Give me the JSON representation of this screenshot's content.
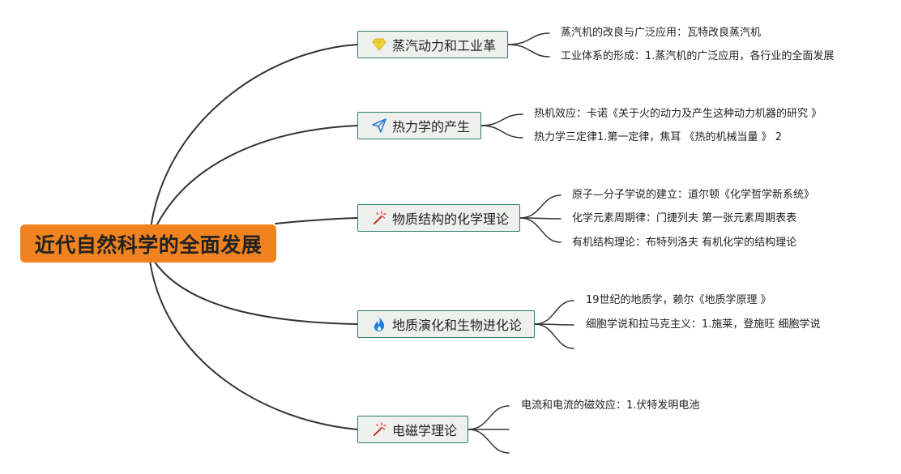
{
  "root": {
    "title": "近代自然科学的全面发展"
  },
  "branches": [
    {
      "label": "蒸汽动力和工业革",
      "icon": "diamond-icon",
      "leaves": [
        "蒸汽机的改良与广泛应用：瓦特改良蒸汽机",
        "工业体系的形成：1.蒸汽机的广泛应用，各行业的全面发展"
      ]
    },
    {
      "label": "热力学的产生",
      "icon": "paper-plane-icon",
      "leaves": [
        "热机效应：卡诺《关于火的动力及产生这种动力机器的研究 》",
        "热力学三定律1.第一定律，焦耳 《热的机械当量 》 2"
      ]
    },
    {
      "label": "物质结构的化学理论",
      "icon": "magic-wand-icon",
      "leaves": [
        "原子—分子学说的建立：道尔顿《化学哲学新系统》",
        "化学元素周期律：门捷列夫 第一张元素周期表表",
        "有机结构理论：布特列洛夫 有机化学的结构理论"
      ]
    },
    {
      "label": "地质演化和生物进化论",
      "icon": "flame-icon",
      "leaves": [
        "19世纪的地质学，赖尔《地质学原理 》",
        "细胞学说和拉马克主义：1.施莱，登施旺 细胞学说",
        ""
      ]
    },
    {
      "label": "电磁学理论",
      "icon": "magic-wand-icon",
      "leaves": [
        "电流和电流的磁效应：1.伏特发明电池",
        "",
        ""
      ]
    }
  ],
  "colors": {
    "root_fill": "#f0831f",
    "branch_fill": "#eef0ee",
    "branch_border": "#2f7d6d",
    "connector": "#333333"
  }
}
